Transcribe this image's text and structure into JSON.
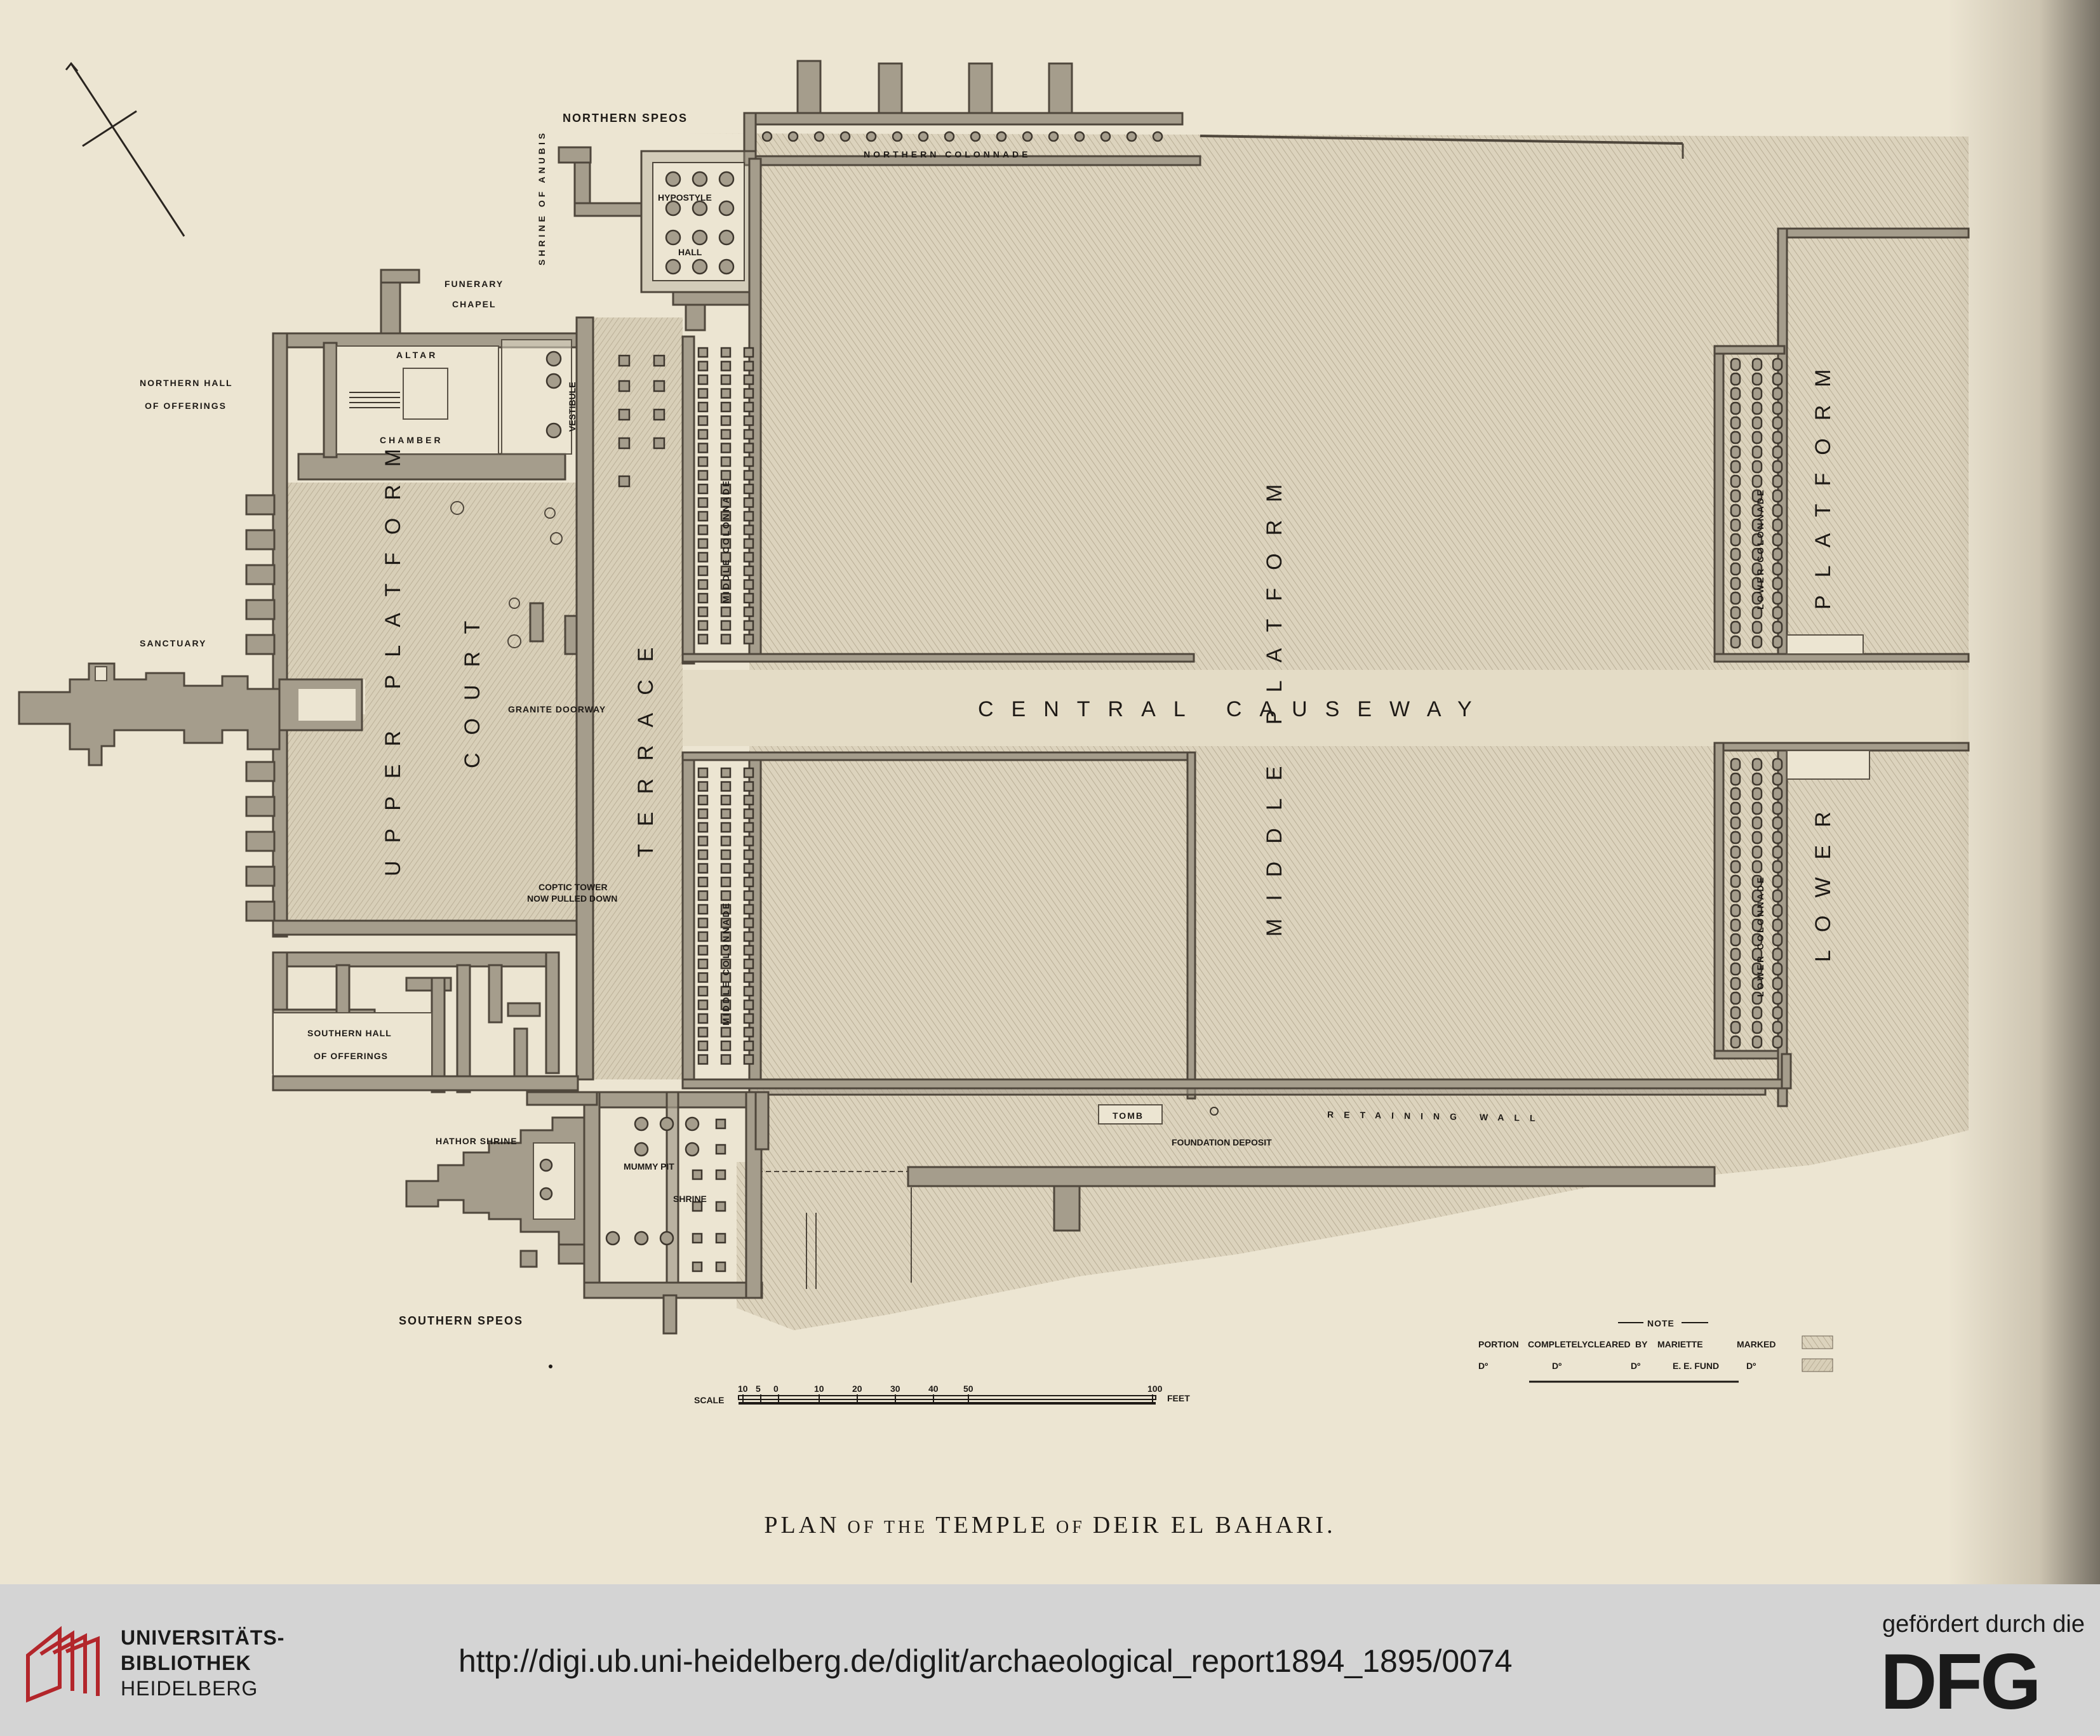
{
  "title": "PLAN OF THE TEMPLE OF DEIR EL BAHARI.",
  "caption_parts": [
    "PLAN",
    "OF THE",
    "TEMPLE",
    "OF",
    "DEIR EL BAHARI."
  ],
  "labels": {
    "northern_speos": "NORTHERN SPEOS",
    "northern_colonnade": "NORTHERN COLONNADE",
    "shrine_of_anubis": "SHRINE OF ANUBIS",
    "hypostyle": "HYPOSTYLE",
    "hall": "HALL",
    "funerary": "FUNERARY",
    "chapel": "CHAPEL",
    "altar": "ALTAR",
    "chamber": "CHAMBER",
    "vestibule": "VESTIBULE",
    "northern_hall": "NORTHERN HALL",
    "of_offerings_n": "OF OFFERINGS",
    "sanctuary": "SANCTUARY",
    "upper_platform": "UPPER PLATFORM",
    "court": "COURT",
    "granite_doorway": "GRANITE DOORWAY",
    "terrace": "TERRACE",
    "middle_colonnade": "MIDDLE COLONNADE",
    "central_causeway": "CENTRAL CAUSEWAY",
    "middle_platform": "MIDDLE PLATFORM",
    "lower_colonnade": "LOWER COLONNADE",
    "platform": "PLATFORM",
    "lower": "LOWER",
    "coptic_tower": "COPTIC TOWER",
    "now_pulled_down": "NOW PULLED DOWN",
    "southern_hall": "SOUTHERN HALL",
    "of_offerings_s": "OF OFFERINGS",
    "hathor_shrine": "HATHOR SHRINE",
    "mummy_pit": "MUMMY PIT",
    "shrine_small": "SHRINE",
    "tomb": "TOMB",
    "foundation_deposit": "FOUNDATION DEPOSIT",
    "retaining_wall": "RETAINING WALL",
    "southern_speos": "SOUTHERN SPEOS"
  },
  "legend": {
    "heading": "NOTE",
    "row1": [
      "PORTION",
      "COMPLETELY",
      "CLEARED",
      "BY",
      "MARIETTE",
      "MARKED"
    ],
    "row2": [
      "Dº",
      "Dº",
      "Dº",
      "E. E. FUND",
      "Dº"
    ]
  },
  "scale": {
    "label": "SCALE",
    "ticks": [
      "10",
      "5",
      "0",
      "10",
      "20",
      "30",
      "40",
      "50",
      "100"
    ],
    "unit": "FEET"
  },
  "footer": {
    "institution_line1": "UNIVERSITÄTS-",
    "institution_line2": "BIBLIOTHEK",
    "institution_line3": "HEIDELBERG",
    "url": "http://digi.ub.uni-heidelberg.de/diglit/archaeological_report1894_1895/0074",
    "funded_by": "gefördert durch die",
    "dfg": "DFG"
  },
  "colors": {
    "paper": "#ece5d2",
    "wall": "#a59d8c",
    "ink": "#1e1a16",
    "footer_bg": "#d4d4d4",
    "logo_red": "#b3262b"
  },
  "icons": {
    "north_arrow": "north-arrow-icon",
    "university_logo": "ub-heidelberg-logo-icon",
    "dfg_logo": "dfg-logo-icon"
  }
}
